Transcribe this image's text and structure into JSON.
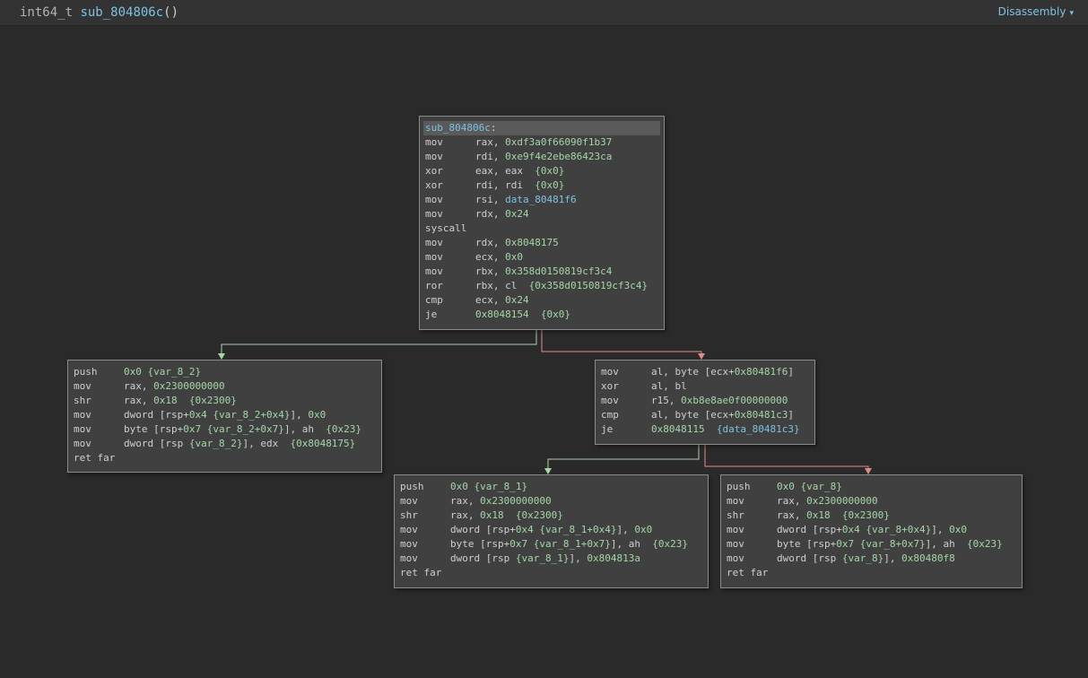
{
  "header": {
    "return_type": "int64_t",
    "function_name": "sub_804806c",
    "parens": "()",
    "view_label": "Disassembly",
    "view_caret": "▾"
  },
  "colors": {
    "edge_true": "#a5d6a7",
    "edge_false": "#e08c8c",
    "address": "#a5d6a7",
    "symbol": "#7fc1e3"
  },
  "blocks": [
    {
      "id": "entry",
      "label": "sub_804806c",
      "lines": [
        {
          "mn": "mov",
          "ops": [
            [
              "reg",
              "rax, "
            ],
            [
              "num",
              "0xdf3a0f66090f1b37"
            ]
          ]
        },
        {
          "mn": "mov",
          "ops": [
            [
              "reg",
              "rdi, "
            ],
            [
              "num",
              "0xe9f4e2ebe86423ca"
            ]
          ]
        },
        {
          "mn": "xor",
          "ops": [
            [
              "reg",
              "eax, eax  "
            ],
            [
              "cmt",
              "{0x0}"
            ]
          ]
        },
        {
          "mn": "xor",
          "ops": [
            [
              "reg",
              "rdi, rdi  "
            ],
            [
              "cmt",
              "{0x0}"
            ]
          ]
        },
        {
          "mn": "mov",
          "ops": [
            [
              "reg",
              "rsi, "
            ],
            [
              "sym",
              "data_80481f6"
            ]
          ]
        },
        {
          "mn": "mov",
          "ops": [
            [
              "reg",
              "rdx, "
            ],
            [
              "num",
              "0x24"
            ]
          ]
        },
        {
          "mn": "syscall",
          "ops": []
        },
        {
          "mn": "mov",
          "ops": [
            [
              "reg",
              "rdx, "
            ],
            [
              "num",
              "0x8048175"
            ]
          ]
        },
        {
          "mn": "mov",
          "ops": [
            [
              "reg",
              "ecx, "
            ],
            [
              "num",
              "0x0"
            ]
          ]
        },
        {
          "mn": "mov",
          "ops": [
            [
              "reg",
              "rbx, "
            ],
            [
              "num",
              "0x358d0150819cf3c4"
            ]
          ]
        },
        {
          "mn": "ror",
          "ops": [
            [
              "reg",
              "rbx, cl  "
            ],
            [
              "cmt",
              "{0x358d0150819cf3c4}"
            ]
          ]
        },
        {
          "mn": "cmp",
          "ops": [
            [
              "reg",
              "ecx, "
            ],
            [
              "num",
              "0x24"
            ]
          ]
        },
        {
          "mn": "je",
          "ops": [
            [
              "num",
              "0x8048154  "
            ],
            [
              "cmt",
              "{0x0}"
            ]
          ]
        }
      ]
    },
    {
      "id": "exit-left",
      "lines": [
        {
          "mn": "push",
          "ops": [
            [
              "num",
              "0x0 "
            ],
            [
              "cmt",
              "{var_8_2}"
            ]
          ]
        },
        {
          "mn": "mov",
          "ops": [
            [
              "reg",
              "rax, "
            ],
            [
              "num",
              "0x2300000000"
            ]
          ]
        },
        {
          "mn": "shr",
          "ops": [
            [
              "reg",
              "rax, "
            ],
            [
              "num",
              "0x18  "
            ],
            [
              "cmt",
              "{0x2300}"
            ]
          ]
        },
        {
          "mn": "mov",
          "ops": [
            [
              "reg",
              "dword ["
            ],
            [
              "reg",
              "rsp+"
            ],
            [
              "num",
              "0x4 "
            ],
            [
              "cmt",
              "{var_8_2+0x4}"
            ],
            [
              "reg",
              "], "
            ],
            [
              "num",
              "0x0"
            ]
          ]
        },
        {
          "mn": "mov",
          "ops": [
            [
              "reg",
              "byte ["
            ],
            [
              "reg",
              "rsp+"
            ],
            [
              "num",
              "0x7 "
            ],
            [
              "cmt",
              "{var_8_2+0x7}"
            ],
            [
              "reg",
              "], ah  "
            ],
            [
              "cmt",
              "{0x23}"
            ]
          ]
        },
        {
          "mn": "mov",
          "ops": [
            [
              "reg",
              "dword [rsp "
            ],
            [
              "cmt",
              "{var_8_2}"
            ],
            [
              "reg",
              "], edx  "
            ],
            [
              "cmt",
              "{0x8048175}"
            ]
          ]
        },
        {
          "mn": "ret far",
          "ops": []
        }
      ]
    },
    {
      "id": "loop-body",
      "lines": [
        {
          "mn": "mov",
          "ops": [
            [
              "reg",
              "al, byte ["
            ],
            [
              "reg",
              "ecx+"
            ],
            [
              "num",
              "0x80481f6"
            ],
            [
              "reg",
              "]"
            ]
          ]
        },
        {
          "mn": "xor",
          "ops": [
            [
              "reg",
              "al, bl"
            ]
          ]
        },
        {
          "mn": "mov",
          "ops": [
            [
              "reg",
              "r15, "
            ],
            [
              "num",
              "0xb8e8ae0f00000000"
            ]
          ]
        },
        {
          "mn": "cmp",
          "ops": [
            [
              "reg",
              "al, byte ["
            ],
            [
              "reg",
              "ecx+"
            ],
            [
              "num",
              "0x80481c3"
            ],
            [
              "reg",
              "]"
            ]
          ]
        },
        {
          "mn": "je",
          "ops": [
            [
              "num",
              "0x8048115  "
            ],
            [
              "sym",
              "{data_80481c3}"
            ]
          ]
        }
      ]
    },
    {
      "id": "exit-middle",
      "lines": [
        {
          "mn": "push",
          "ops": [
            [
              "num",
              "0x0 "
            ],
            [
              "cmt",
              "{var_8_1}"
            ]
          ]
        },
        {
          "mn": "mov",
          "ops": [
            [
              "reg",
              "rax, "
            ],
            [
              "num",
              "0x2300000000"
            ]
          ]
        },
        {
          "mn": "shr",
          "ops": [
            [
              "reg",
              "rax, "
            ],
            [
              "num",
              "0x18  "
            ],
            [
              "cmt",
              "{0x2300}"
            ]
          ]
        },
        {
          "mn": "mov",
          "ops": [
            [
              "reg",
              "dword ["
            ],
            [
              "reg",
              "rsp+"
            ],
            [
              "num",
              "0x4 "
            ],
            [
              "cmt",
              "{var_8_1+0x4}"
            ],
            [
              "reg",
              "], "
            ],
            [
              "num",
              "0x0"
            ]
          ]
        },
        {
          "mn": "mov",
          "ops": [
            [
              "reg",
              "byte ["
            ],
            [
              "reg",
              "rsp+"
            ],
            [
              "num",
              "0x7 "
            ],
            [
              "cmt",
              "{var_8_1+0x7}"
            ],
            [
              "reg",
              "], ah  "
            ],
            [
              "cmt",
              "{0x23}"
            ]
          ]
        },
        {
          "mn": "mov",
          "ops": [
            [
              "reg",
              "dword [rsp "
            ],
            [
              "cmt",
              "{var_8_1}"
            ],
            [
              "reg",
              "], "
            ],
            [
              "num",
              "0x804813a"
            ]
          ]
        },
        {
          "mn": "ret far",
          "ops": []
        }
      ]
    },
    {
      "id": "exit-right",
      "lines": [
        {
          "mn": "push",
          "ops": [
            [
              "num",
              "0x0 "
            ],
            [
              "cmt",
              "{var_8}"
            ]
          ]
        },
        {
          "mn": "mov",
          "ops": [
            [
              "reg",
              "rax, "
            ],
            [
              "num",
              "0x2300000000"
            ]
          ]
        },
        {
          "mn": "shr",
          "ops": [
            [
              "reg",
              "rax, "
            ],
            [
              "num",
              "0x18  "
            ],
            [
              "cmt",
              "{0x2300}"
            ]
          ]
        },
        {
          "mn": "mov",
          "ops": [
            [
              "reg",
              "dword ["
            ],
            [
              "reg",
              "rsp+"
            ],
            [
              "num",
              "0x4 "
            ],
            [
              "cmt",
              "{var_8+0x4}"
            ],
            [
              "reg",
              "], "
            ],
            [
              "num",
              "0x0"
            ]
          ]
        },
        {
          "mn": "mov",
          "ops": [
            [
              "reg",
              "byte ["
            ],
            [
              "reg",
              "rsp+"
            ],
            [
              "num",
              "0x7 "
            ],
            [
              "cmt",
              "{var_8+0x7}"
            ],
            [
              "reg",
              "], ah  "
            ],
            [
              "cmt",
              "{0x23}"
            ]
          ]
        },
        {
          "mn": "mov",
          "ops": [
            [
              "reg",
              "dword [rsp "
            ],
            [
              "cmt",
              "{var_8}"
            ],
            [
              "reg",
              "], "
            ],
            [
              "num",
              "0x80480f8"
            ]
          ]
        },
        {
          "mn": "ret far",
          "ops": []
        }
      ]
    }
  ]
}
